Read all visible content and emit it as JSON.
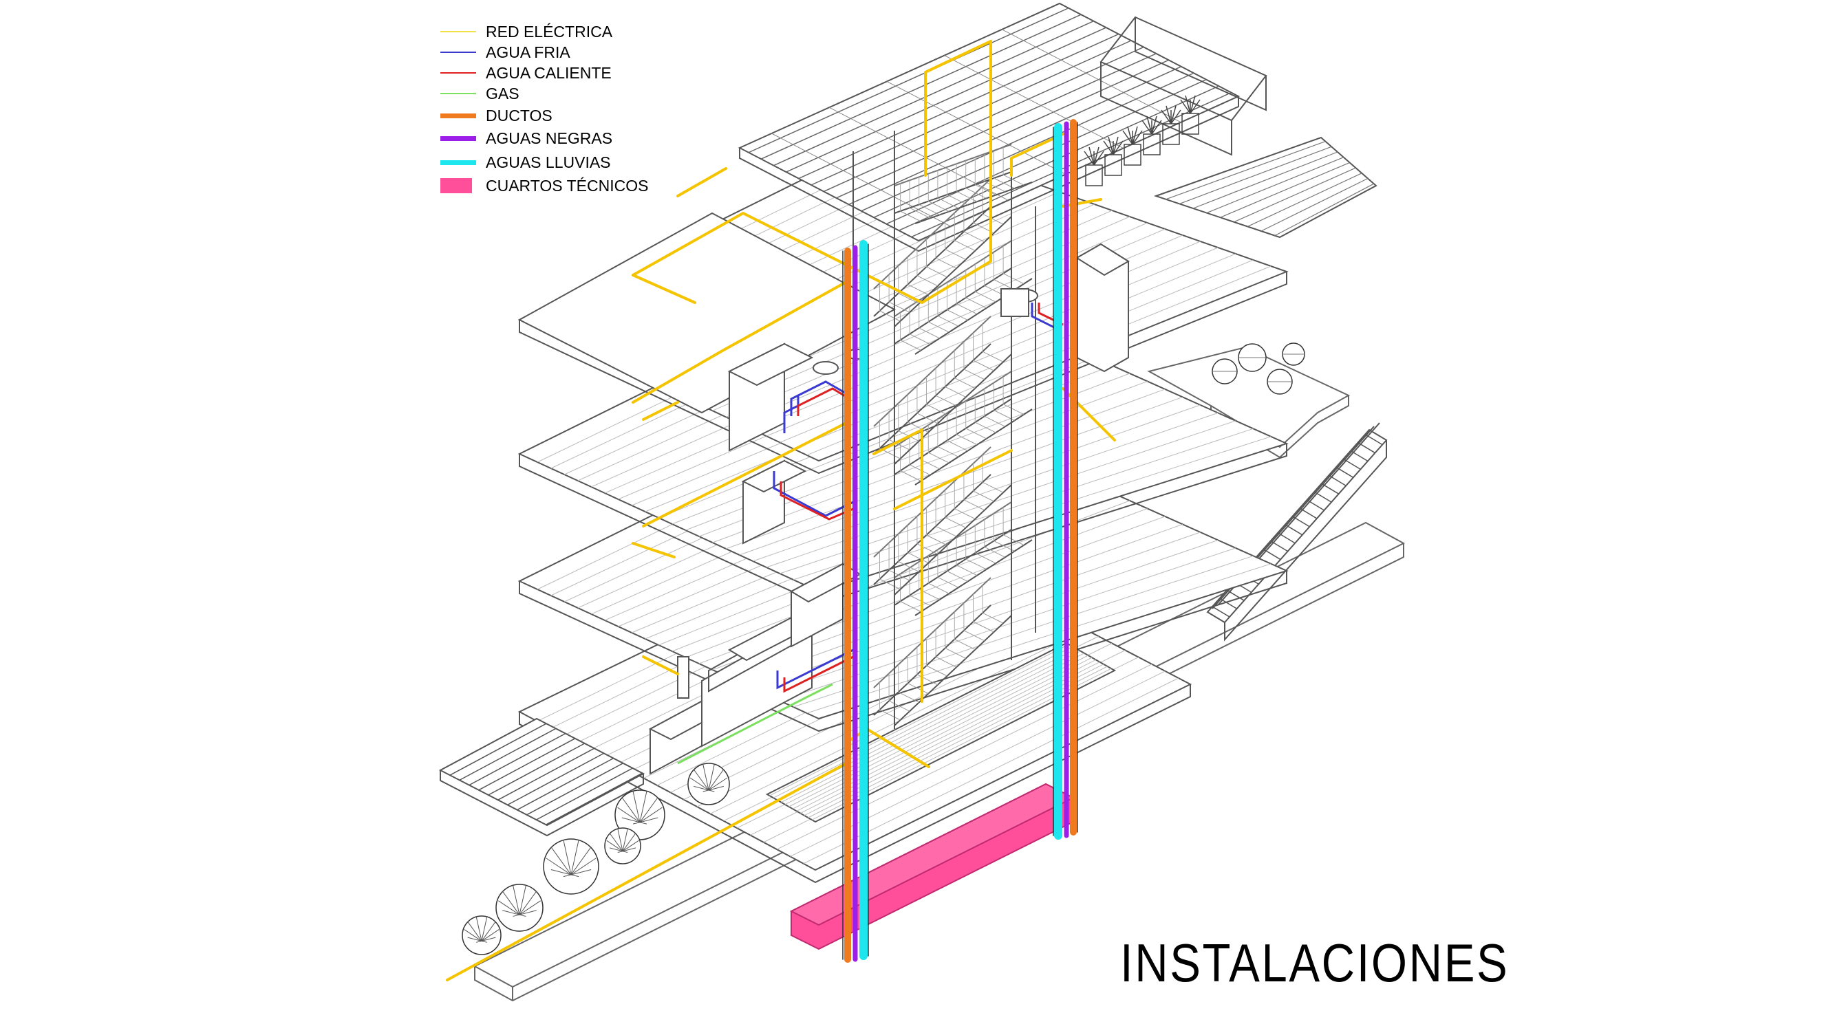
{
  "title": "INSTALACIONES",
  "legend": [
    {
      "label": "RED ELÉCTRICA",
      "color": "#f2e24a",
      "style": "thin-line"
    },
    {
      "label": "AGUA FRIA",
      "color": "#3a3ad0",
      "style": "thin-line"
    },
    {
      "label": "AGUA CALIENTE",
      "color": "#e02020",
      "style": "thin-line"
    },
    {
      "label": "GAS",
      "color": "#7be060",
      "style": "thin-line"
    },
    {
      "label": "DUCTOS",
      "color": "#f07a1e",
      "style": "thick-line"
    },
    {
      "label": "AGUAS NEGRAS",
      "color": "#9b1fe8",
      "style": "thick-line"
    },
    {
      "label": "AGUAS LLUVIAS",
      "color": "#1ee6ee",
      "style": "thick-line"
    },
    {
      "label": "CUARTOS TÉCNICOS",
      "color": "#ff4f9a",
      "style": "block"
    }
  ],
  "drawing": {
    "line_color": "#5a5a5a",
    "electric_color": "#f5c400"
  }
}
